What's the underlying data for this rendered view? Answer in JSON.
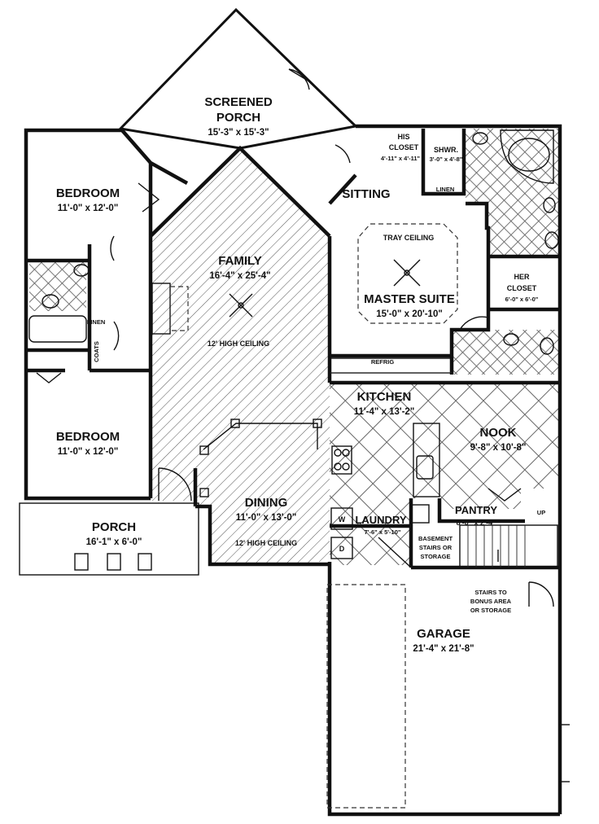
{
  "rooms": {
    "screened_porch": {
      "line1": "SCREENED",
      "line2": "PORCH",
      "dims": "15'-3\" x 15'-3\""
    },
    "bedroom_top": {
      "name": "BEDROOM",
      "dims": "11'-0\" x 12'-0\""
    },
    "bedroom_bottom": {
      "name": "BEDROOM",
      "dims": "11'-0\" x 12'-0\""
    },
    "family": {
      "name": "FAMILY",
      "dims": "16'-4\" x 25'-4\"",
      "ceiling": "12' HIGH CEILING"
    },
    "dining": {
      "name": "DINING",
      "dims": "11'-0\" x 13'-0\"",
      "ceiling": "12' HIGH CEILING"
    },
    "porch": {
      "name": "PORCH",
      "dims": "16'-1\" x 6'-0\""
    },
    "sitting": {
      "name": "SITTING"
    },
    "master_suite": {
      "name": "MASTER SUITE",
      "dims": "15'-0\" x 20'-10\"",
      "ceiling": "TRAY CEILING"
    },
    "his_closet": {
      "line1": "HIS",
      "line2": "CLOSET",
      "dims": "4'-11\" x 4'-11\""
    },
    "shower": {
      "name": "SHWR.",
      "dims": "3'-0\" x 4'-8\""
    },
    "linen_master": {
      "name": "LINEN"
    },
    "her_closet": {
      "line1": "HER",
      "line2": "CLOSET",
      "dims": "6'-0\" x 6'-0\""
    },
    "kitchen": {
      "name": "KITCHEN",
      "dims": "11'-4\" x 13'-2\"",
      "refrig": "REFRIG"
    },
    "nook": {
      "name": "NOOK",
      "dims": "9'-8\" x 10'-8\""
    },
    "pantry": {
      "name": "PANTRY",
      "dims": "8'-0\" x 2'-4\""
    },
    "laundry": {
      "name": "LAUNDRY",
      "dims": "7'-6\" x 5'-10\"",
      "washer": "W",
      "dryer": "D"
    },
    "basement_stairs": {
      "line1": "BASEMENT",
      "line2": "STAIRS OR",
      "line3": "STORAGE"
    },
    "bonus_stairs": {
      "line1": "STAIRS TO",
      "line2": "BONUS AREA",
      "line3": "OR STORAGE",
      "up": "UP"
    },
    "garage": {
      "name": "GARAGE",
      "dims": "21'-4\" x 21'-8\""
    },
    "linen_hall": {
      "name": "LINEN"
    },
    "coats": {
      "name": "COATS"
    }
  }
}
